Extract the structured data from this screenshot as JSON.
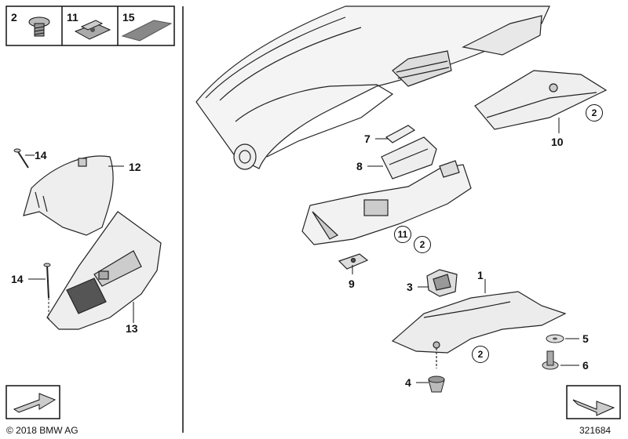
{
  "legend": {
    "cells": [
      {
        "label": "2",
        "icon": "screw-icon"
      },
      {
        "label": "11",
        "icon": "clip-nut-icon"
      },
      {
        "label": "15",
        "icon": "foam-strip-icon"
      }
    ]
  },
  "parts": [
    {
      "id": "p1",
      "label": "1"
    },
    {
      "id": "p2",
      "label": "2"
    },
    {
      "id": "p3",
      "label": "3"
    },
    {
      "id": "p4",
      "label": "4"
    },
    {
      "id": "p5",
      "label": "5"
    },
    {
      "id": "p6",
      "label": "6"
    },
    {
      "id": "p7",
      "label": "7"
    },
    {
      "id": "p8",
      "label": "8"
    },
    {
      "id": "p9",
      "label": "9"
    },
    {
      "id": "p10",
      "label": "10"
    },
    {
      "id": "p11",
      "label": "11"
    },
    {
      "id": "p12",
      "label": "12"
    },
    {
      "id": "p13",
      "label": "13"
    },
    {
      "id": "p14a",
      "label": "14"
    },
    {
      "id": "p14b",
      "label": "14"
    }
  ],
  "circled": [
    {
      "id": "c1",
      "label": "2"
    },
    {
      "id": "c2",
      "label": "11"
    },
    {
      "id": "c3",
      "label": "2"
    },
    {
      "id": "c4",
      "label": "2"
    }
  ],
  "footer": {
    "copyright": "© 2018 BMW AG",
    "diagram_number": "321684"
  },
  "icons": {
    "nav_prev": "arrow-prev-icon",
    "nav_next": "arrow-next-icon"
  }
}
